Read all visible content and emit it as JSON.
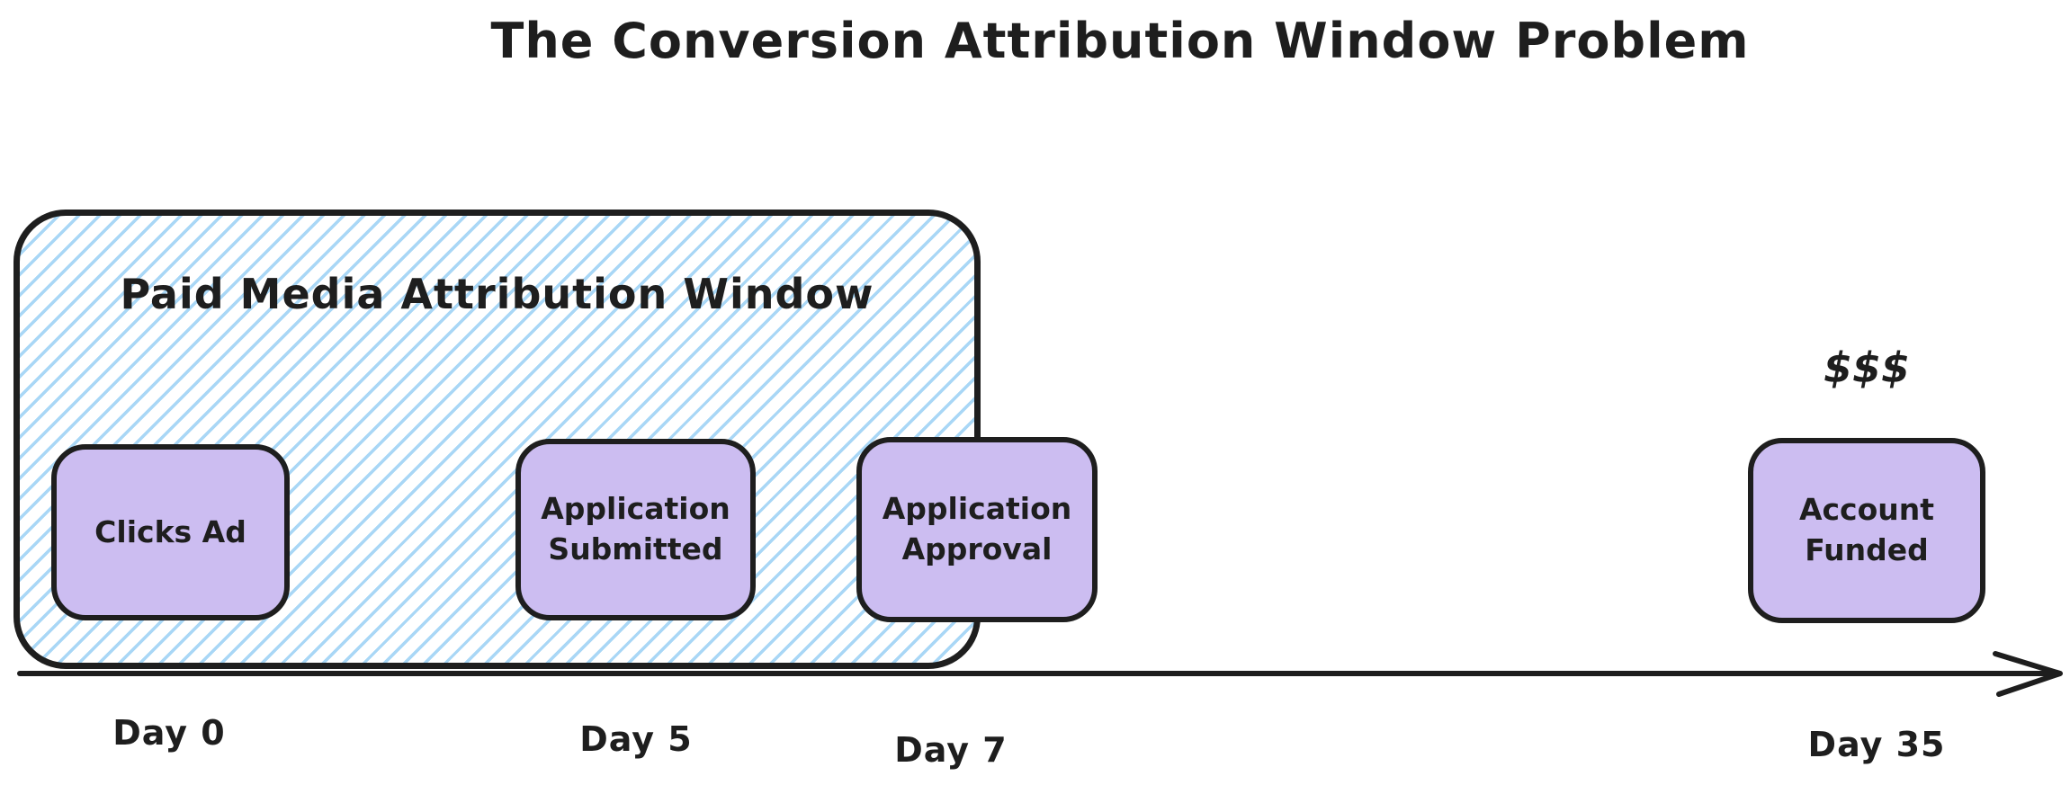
{
  "title": "The Conversion Attribution Window Problem",
  "attribution_window": {
    "label": "Paid Media Attribution Window",
    "hatch_color": "#a9d7f6",
    "border_color": "#1e1e1e",
    "covers_days": "Day 0 to Day 7"
  },
  "events": [
    {
      "label": "Clicks Ad",
      "day": "Day 0",
      "inside_window": true
    },
    {
      "label": "Application Submitted",
      "day": "Day 5",
      "inside_window": true
    },
    {
      "label": "Application Approval",
      "day": "Day 7",
      "inside_window": true
    },
    {
      "label": "Account Funded",
      "day": "Day 35",
      "inside_window": false,
      "annotation": "$$$"
    }
  ],
  "timeline": {
    "labels": [
      "Day 0",
      "Day 5",
      "Day 7",
      "Day 35"
    ],
    "direction": "left-to-right"
  },
  "colors": {
    "ink": "#1e1e1e",
    "event_fill": "#ccbdf1",
    "hatch_blue": "#a9d7f6",
    "background": "#ffffff"
  }
}
